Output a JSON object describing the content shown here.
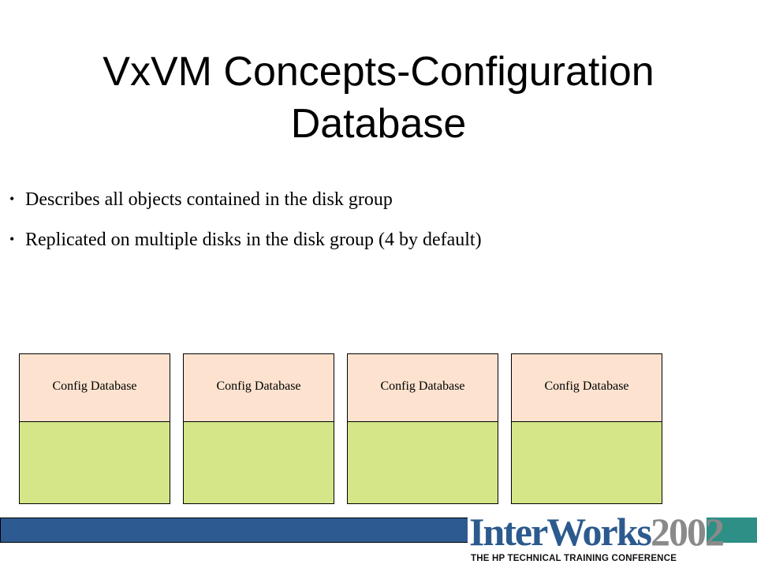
{
  "slide": {
    "title": "VxVM Concepts-Configuration Database",
    "bullets": [
      "Describes all objects contained in the disk group",
      "Replicated on multiple disks in the disk group (4 by default)"
    ]
  },
  "disks": [
    {
      "label": "Config Database"
    },
    {
      "label": "Config Database"
    },
    {
      "label": "Config Database"
    },
    {
      "label": "Config Database"
    }
  ],
  "footer": {
    "logo_text": "InterWorks",
    "logo_year": "2002",
    "logo_tagline": "THE HP TECHNICAL TRAINING CONFERENCE"
  },
  "colors": {
    "config_region": "#fde3cf",
    "data_region": "#d4e688",
    "footer_band": "#2e5a92",
    "footer_accent": "#2e8f86",
    "logo_blue": "#2c5a8e"
  },
  "bullet_glyph": "•"
}
